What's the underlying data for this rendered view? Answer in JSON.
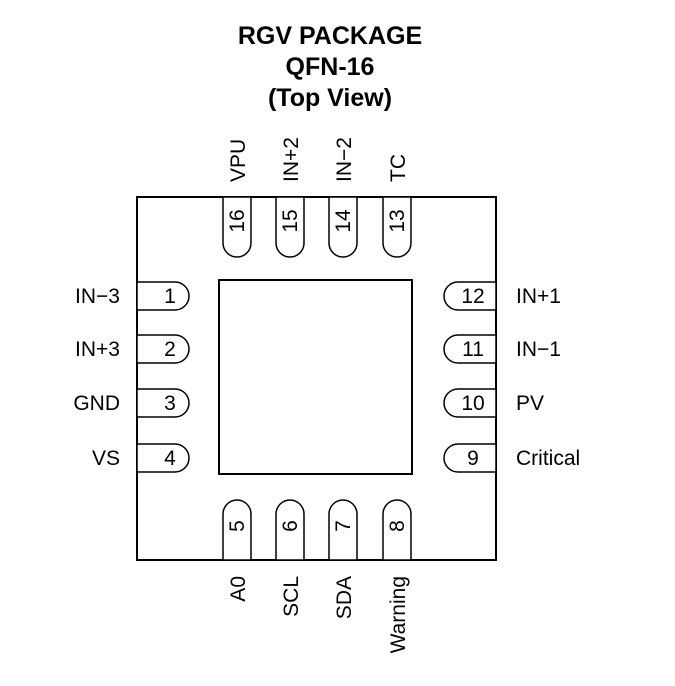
{
  "title": {
    "line1": "RGV PACKAGE",
    "line2": "QFN-16",
    "line3": "(Top View)"
  },
  "pins": {
    "left": [
      {
        "num": "1",
        "name": "IN−3"
      },
      {
        "num": "2",
        "name": "IN+3"
      },
      {
        "num": "3",
        "name": "GND"
      },
      {
        "num": "4",
        "name": "VS"
      }
    ],
    "bottom": [
      {
        "num": "5",
        "name": "A0"
      },
      {
        "num": "6",
        "name": "SCL"
      },
      {
        "num": "7",
        "name": "SDA"
      },
      {
        "num": "8",
        "name": "Warning"
      }
    ],
    "right": [
      {
        "num": "9",
        "name": "Critical"
      },
      {
        "num": "10",
        "name": "PV"
      },
      {
        "num": "11",
        "name": "IN−1"
      },
      {
        "num": "12",
        "name": "IN+1"
      }
    ],
    "top": [
      {
        "num": "13",
        "name": "TC"
      },
      {
        "num": "14",
        "name": "IN−2"
      },
      {
        "num": "15",
        "name": "IN+2"
      },
      {
        "num": "16",
        "name": "VPU"
      }
    ]
  }
}
